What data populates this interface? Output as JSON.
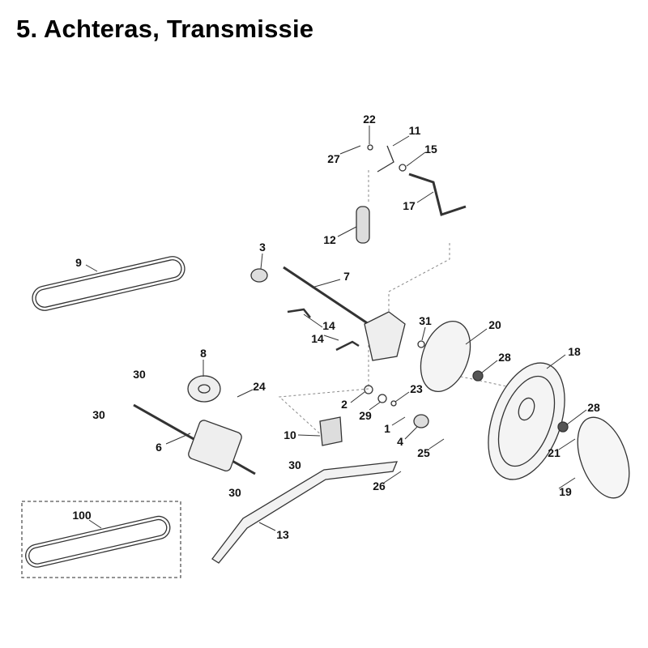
{
  "title": "5. Achteras, Transmissie",
  "labels": [
    "22",
    "11",
    "27",
    "15",
    "17",
    "12",
    "3",
    "7",
    "9",
    "31",
    "20",
    "18",
    "14",
    "14",
    "28",
    "8",
    "30",
    "24",
    "23",
    "2",
    "29",
    "30",
    "28",
    "1",
    "10",
    "6",
    "4",
    "25",
    "21",
    "30",
    "26",
    "30",
    "19",
    "100",
    "13"
  ]
}
